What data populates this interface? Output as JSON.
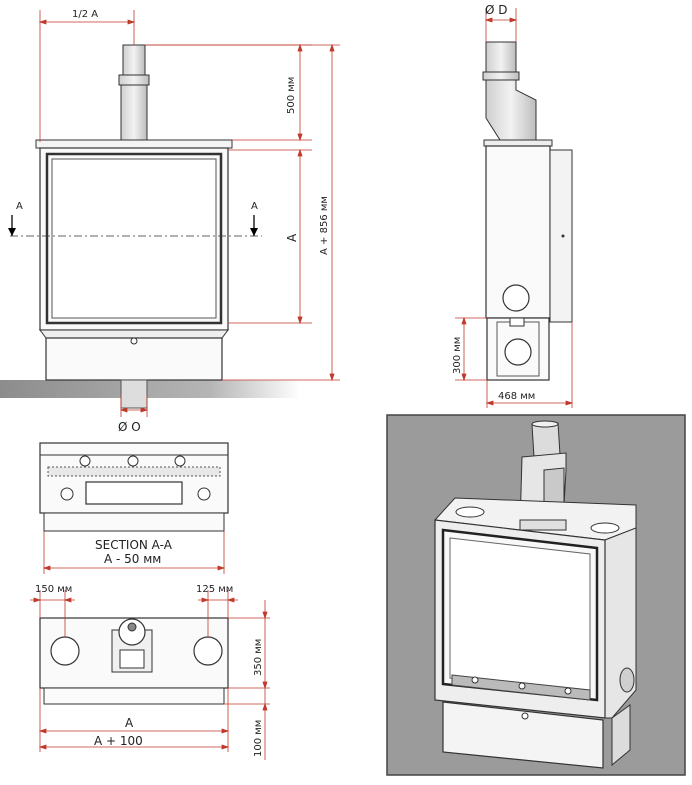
{
  "labels": {
    "half_a": "1/2 A",
    "stack_500": "500 мм",
    "a_plus_856": "A + 856 мм",
    "a_side": "A",
    "section_mark_left": "A",
    "section_mark_right": "A",
    "diameter_o": "Ø O",
    "diameter_d": "Ø D",
    "h_300": "300 мм",
    "w_468": "468 мм",
    "section_title": "SECTION A-A",
    "a_minus_50": "A - 50 мм",
    "offset_150": "150 мм",
    "offset_125": "125 мм",
    "depth_350": "350 мм",
    "plan_a": "A",
    "plan_a_plus_100": "A + 100",
    "depth_100": "100 мм"
  },
  "colors": {
    "dimension_red": "#c0392b",
    "outline": "#333333",
    "floor_grey": "#9a9a9a",
    "render_bg": "#9b9b9b"
  }
}
